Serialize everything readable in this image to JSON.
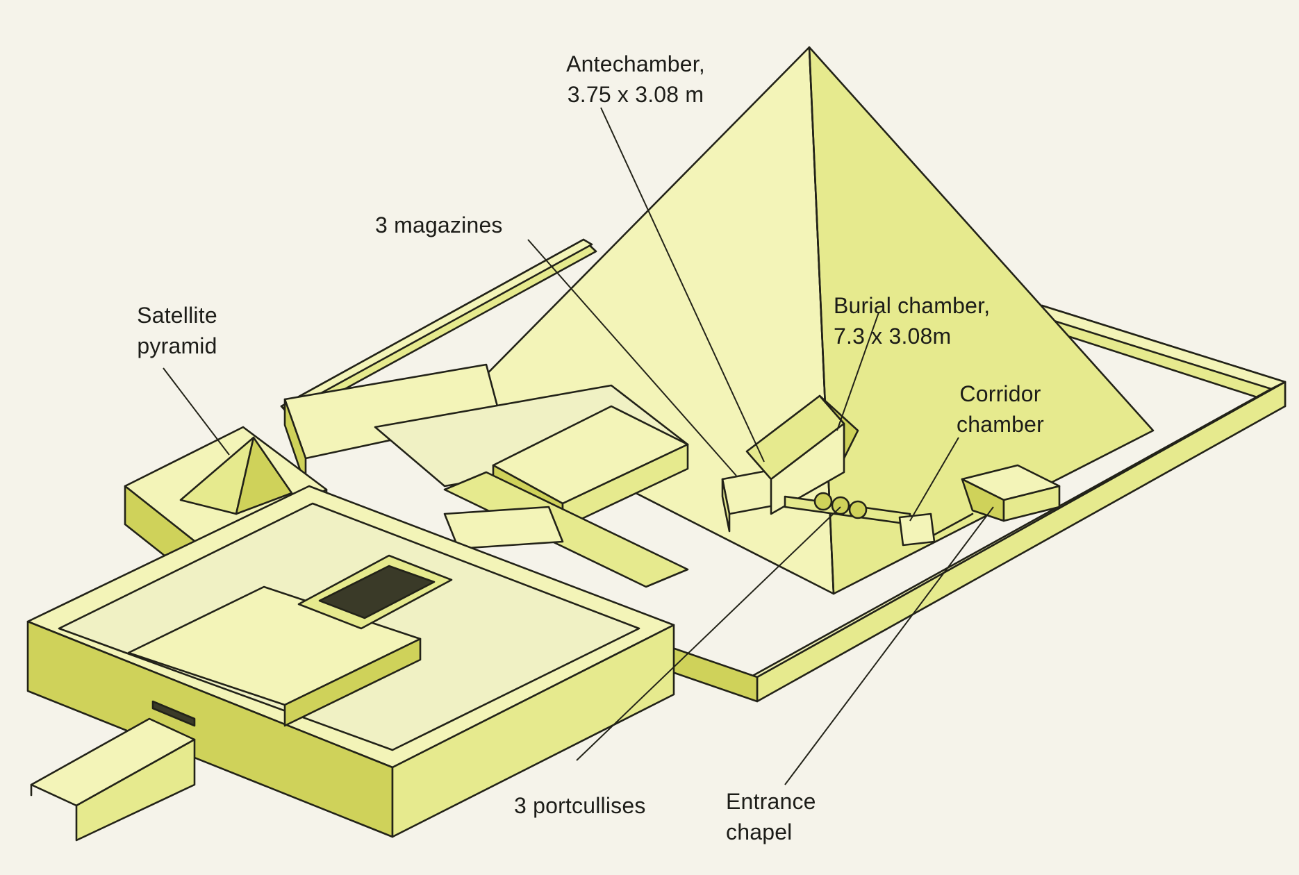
{
  "labels": {
    "antechamber": [
      "Antechamber,",
      "3.75 x 3.08 m"
    ],
    "magazines": [
      "3 magazines"
    ],
    "satellite": [
      "Satellite",
      "pyramid"
    ],
    "burial": [
      "Burial chamber,",
      "7.3 x 3.08m"
    ],
    "corridor": [
      "Corridor",
      "chamber"
    ],
    "portcullises": [
      "3 portcullises"
    ],
    "entrance": [
      "Entrance",
      "chapel"
    ]
  },
  "colors": {
    "fill_light": "#f3f4b8",
    "fill_mid": "#e6ea8e",
    "fill_dark": "#cfd25a",
    "outline": "#222218",
    "background": "#f5f3ea"
  }
}
